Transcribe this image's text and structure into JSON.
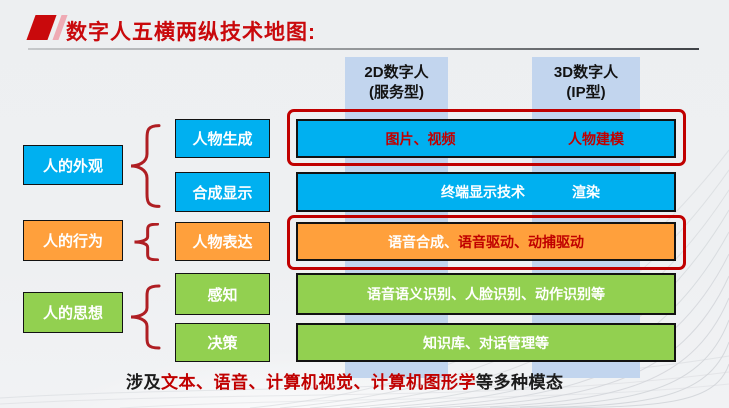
{
  "slide_title": "数字人五横两纵技术地图:",
  "column_headers": [
    {
      "line1": "2D数字人",
      "line2": "(服务型)"
    },
    {
      "line1": "3D数字人",
      "line2": "(IP型)"
    }
  ],
  "left_groups": [
    {
      "label": "人的外观"
    },
    {
      "label": "人的行为"
    },
    {
      "label": "人的思想"
    }
  ],
  "rows": [
    {
      "label": "人物生成",
      "seg_left": "图片、视频",
      "seg_right": "人物建模"
    },
    {
      "label": "合成显示",
      "seg_left": "终端显示技术",
      "seg_right": "渲染"
    },
    {
      "label": "人物表达",
      "seg_white": "语音合成、",
      "seg_red": "语音驱动、动捕驱动"
    },
    {
      "label": "感知",
      "text": "语音语义识别、人脸识别、动作识别等"
    },
    {
      "label": "决策",
      "text": "知识库、对话管理等"
    }
  ],
  "caption": {
    "prefix": "涉及",
    "highlight": "文本、语音、计算机视觉、计算机图形学",
    "suffix": "等多种模态"
  },
  "colors": {
    "cyan": "#00B0F0",
    "orange": "#FFA03C",
    "green": "#92D050",
    "band_blue": "#C2D5EE",
    "accent_red": "#C00000",
    "title_red": "#C9090C"
  }
}
